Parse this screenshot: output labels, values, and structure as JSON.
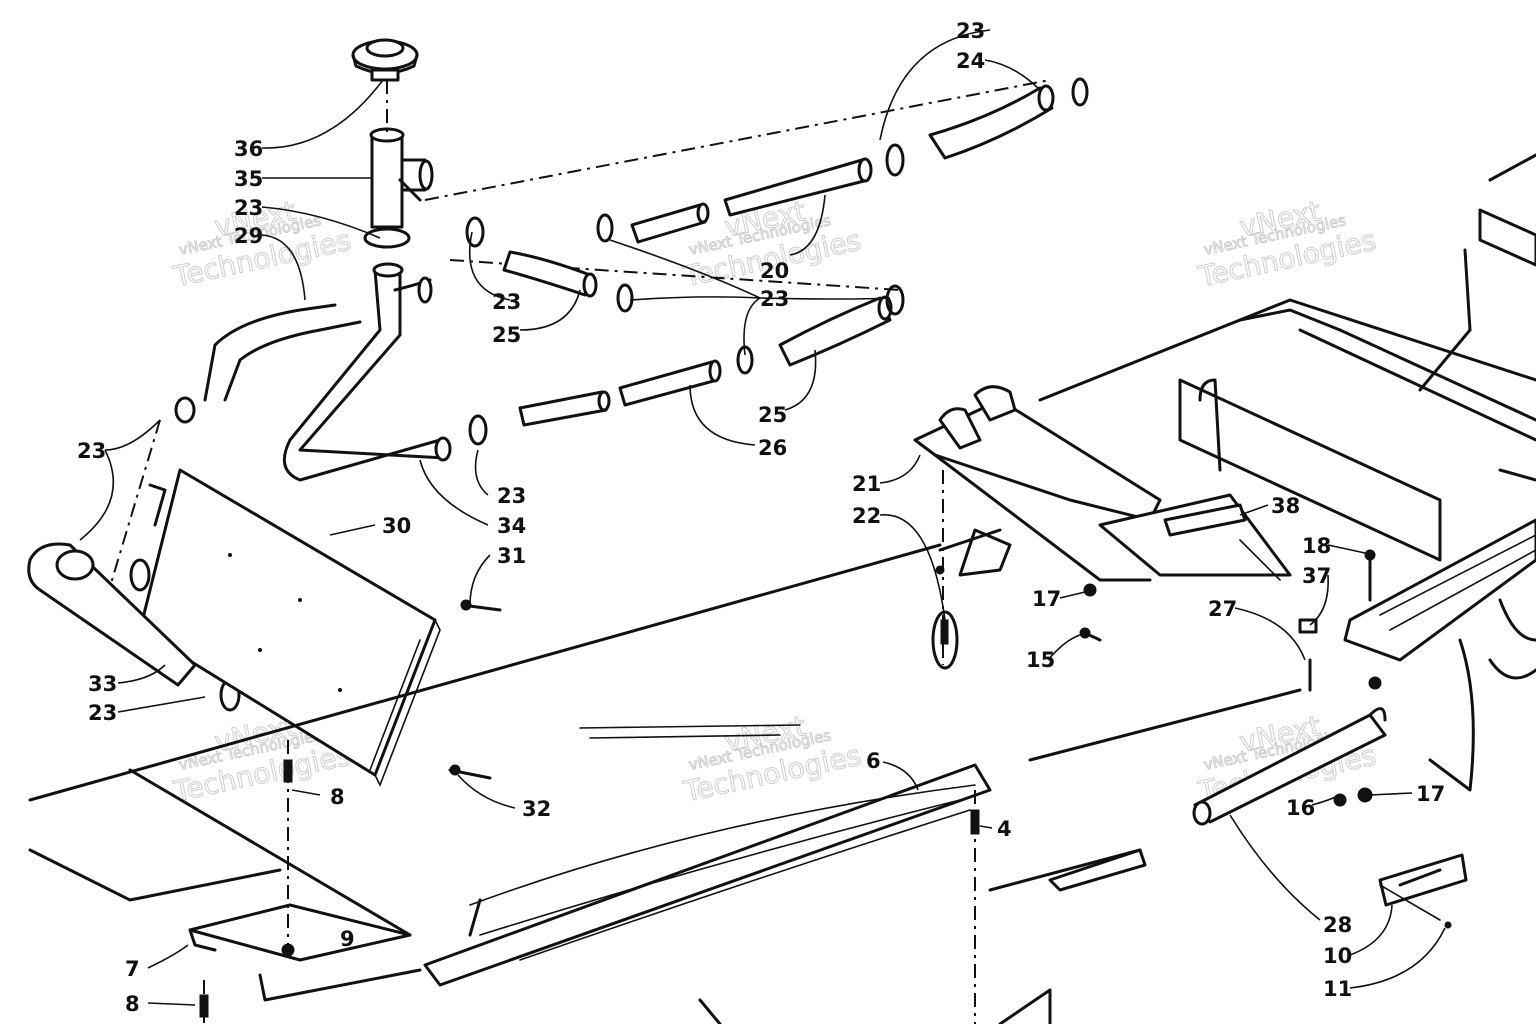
{
  "diagram": {
    "callouts": [
      {
        "id": "c36",
        "text": "36"
      },
      {
        "id": "c35",
        "text": "35"
      },
      {
        "id": "c23a",
        "text": "23"
      },
      {
        "id": "c29",
        "text": "29"
      },
      {
        "id": "c23b",
        "text": "23"
      },
      {
        "id": "c25a",
        "text": "25"
      },
      {
        "id": "c20",
        "text": "20"
      },
      {
        "id": "c23c",
        "text": "23"
      },
      {
        "id": "c24",
        "text": "24"
      },
      {
        "id": "c23d",
        "text": "23"
      },
      {
        "id": "c25b",
        "text": "25"
      },
      {
        "id": "c26",
        "text": "26"
      },
      {
        "id": "c23e",
        "text": "23"
      },
      {
        "id": "c34",
        "text": "34"
      },
      {
        "id": "c30",
        "text": "30"
      },
      {
        "id": "c31",
        "text": "31"
      },
      {
        "id": "c23f",
        "text": "23"
      },
      {
        "id": "c33",
        "text": "33"
      },
      {
        "id": "c23g",
        "text": "23"
      },
      {
        "id": "c8a",
        "text": "8"
      },
      {
        "id": "c32",
        "text": "32"
      },
      {
        "id": "c6",
        "text": "6"
      },
      {
        "id": "c4",
        "text": "4"
      },
      {
        "id": "c9",
        "text": "9"
      },
      {
        "id": "c7",
        "text": "7"
      },
      {
        "id": "c8b",
        "text": "8"
      },
      {
        "id": "c21",
        "text": "21"
      },
      {
        "id": "c22",
        "text": "22"
      },
      {
        "id": "c17a",
        "text": "17"
      },
      {
        "id": "c15",
        "text": "15"
      },
      {
        "id": "c38",
        "text": "38"
      },
      {
        "id": "c18",
        "text": "18"
      },
      {
        "id": "c37",
        "text": "37"
      },
      {
        "id": "c27",
        "text": "27"
      },
      {
        "id": "c16",
        "text": "16"
      },
      {
        "id": "c17b",
        "text": "17"
      },
      {
        "id": "c28",
        "text": "28"
      },
      {
        "id": "c10",
        "text": "10"
      },
      {
        "id": "c11",
        "text": "11"
      }
    ],
    "watermark_line1": "vNext",
    "watermark_line2": "Technologies",
    "watermark_small": "vNext Technologies"
  }
}
